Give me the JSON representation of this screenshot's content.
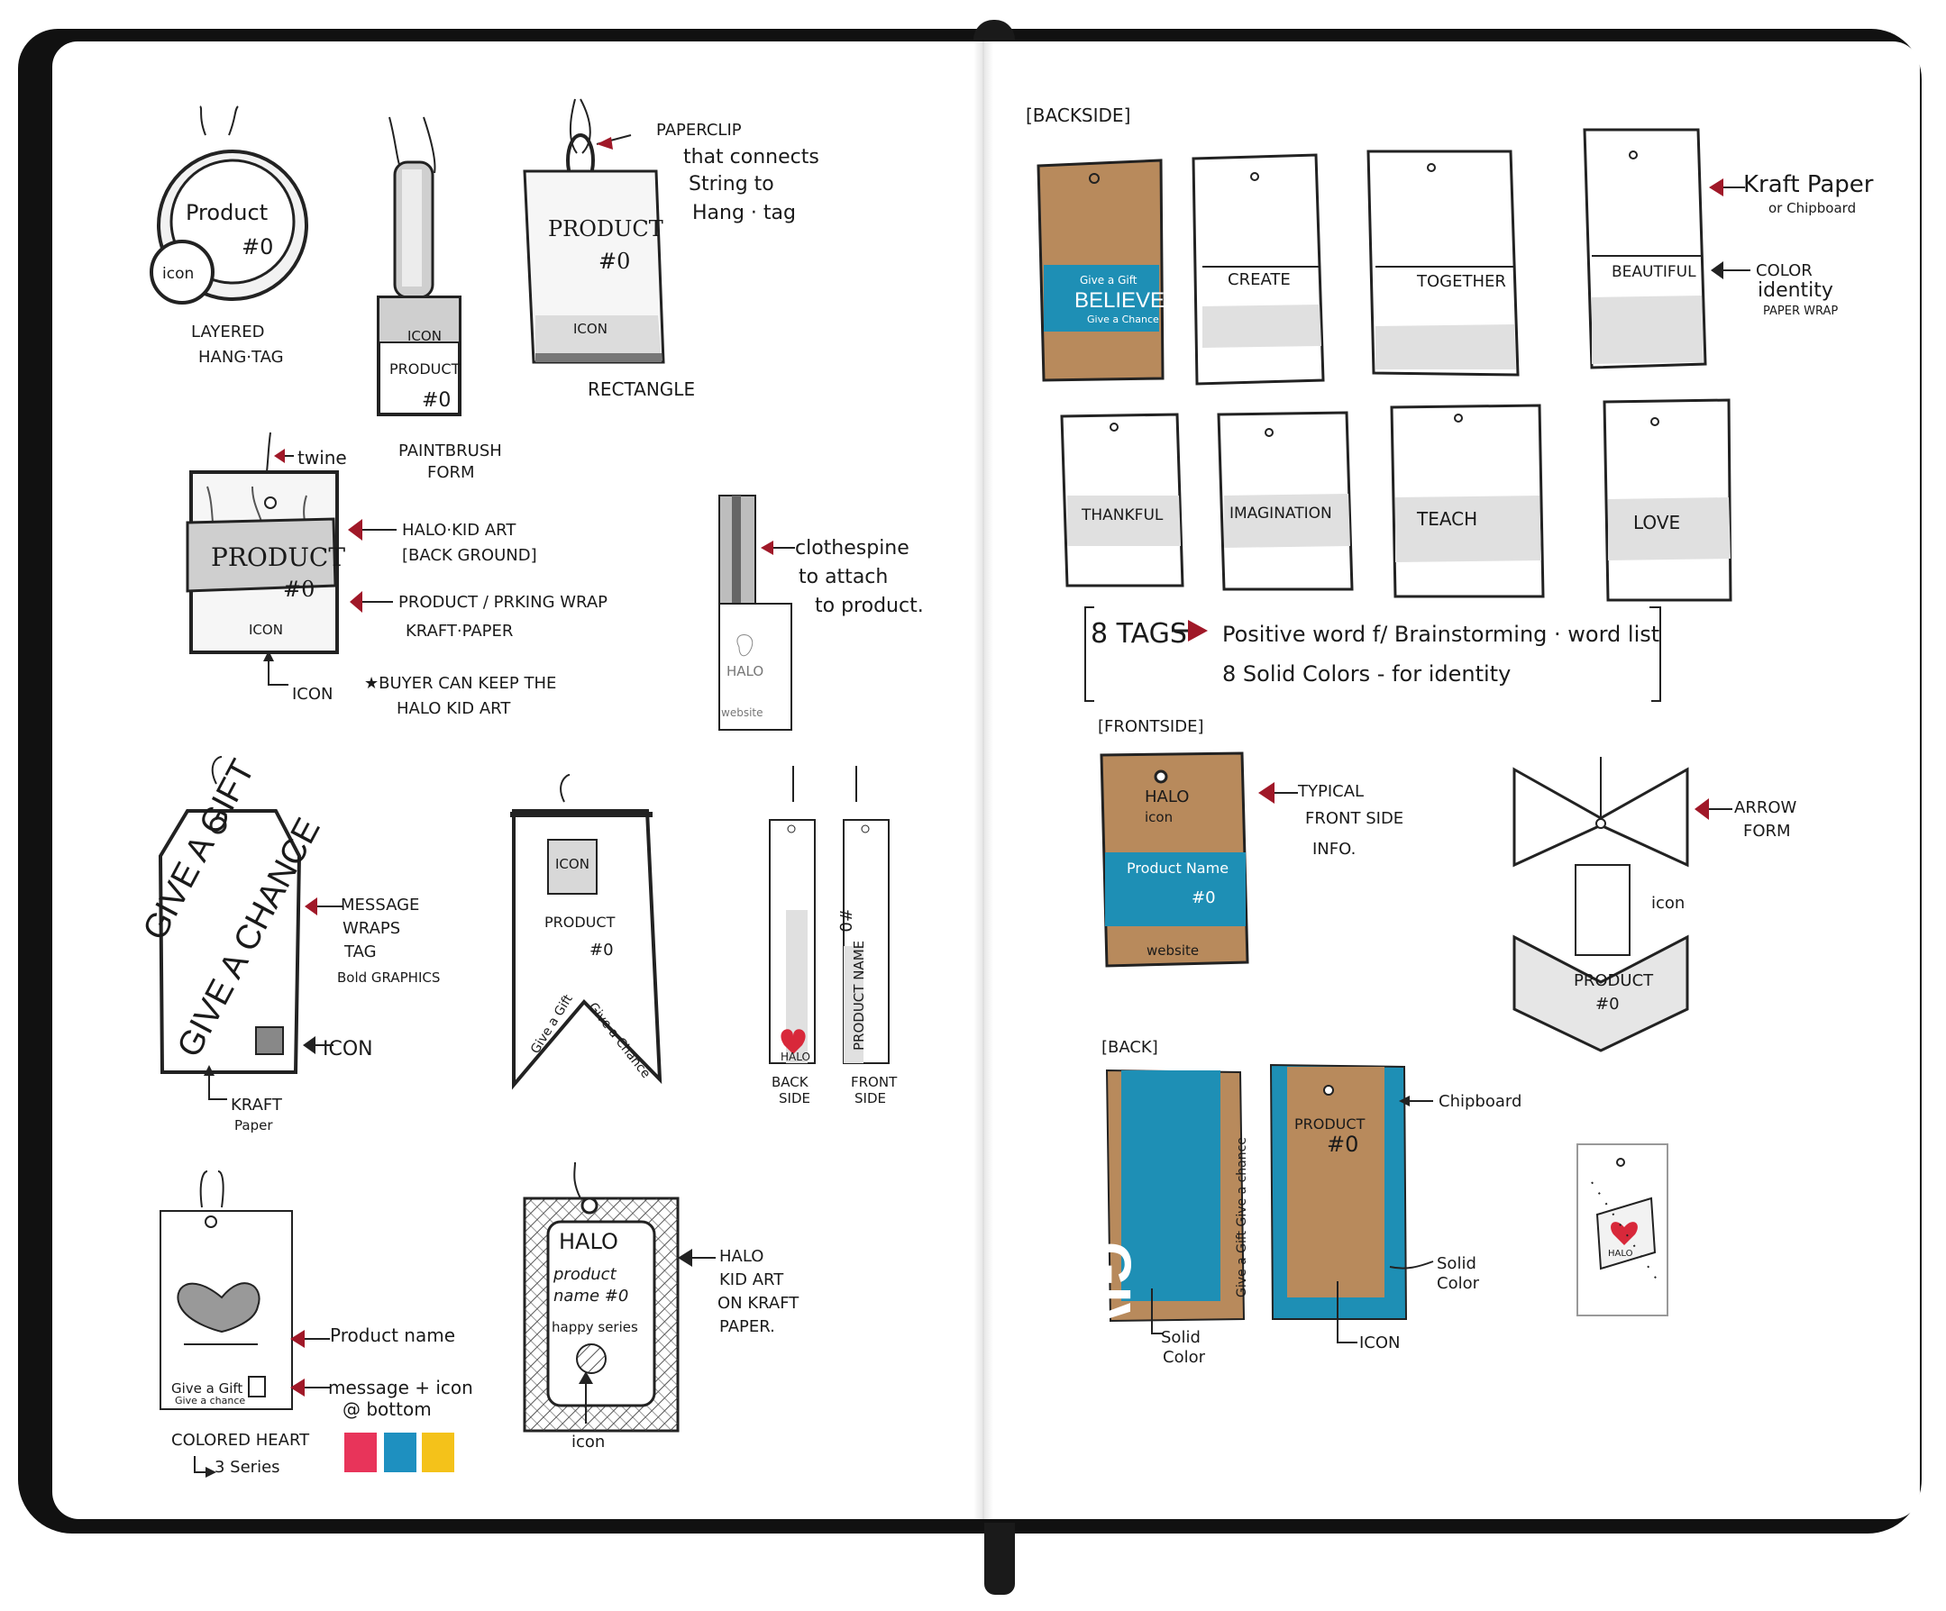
{
  "colors": {
    "kraft": "#b88a5c",
    "teal": "#1e8fb5",
    "pink": "#e8345a",
    "blue": "#1e90c0",
    "yellow": "#f4c21a",
    "accent_arrow": "#a01828",
    "grey_band": "#d6d6d6",
    "cover": "#111111"
  },
  "left_page": {
    "layered": {
      "product": "Product",
      "number": "#0",
      "icon": "icon",
      "caption_1": "LAYERED",
      "caption_2": "HANG·TAG"
    },
    "paintbrush": {
      "icon": "ICON",
      "product": "PRODUCT",
      "number": "#0",
      "caption_1": "PAINTBRUSH",
      "caption_2": "FORM"
    },
    "rectangle": {
      "product": "PRODUCT",
      "number": "#0",
      "icon": "ICON",
      "caption": "RECTANGLE",
      "note_1": "PAPERCLIP",
      "note_2": "that connects",
      "note_3": "String to",
      "note_4": "Hang · tag"
    },
    "halo_wrap": {
      "product": "PRODUCT",
      "number": "#0",
      "icon": "ICON",
      "note_twine": "twine",
      "note_halo_1": "HALO·KID ART",
      "note_halo_2": "[BACK GROUND]",
      "note_wrap_1": "PRODUCT / PRKING WRAP",
      "note_wrap_2": "KRAFT·PAPER",
      "note_icon": "ICON",
      "note_buyer_1": "★BUYER CAN KEEP THE",
      "note_buyer_2": "HALO KID ART"
    },
    "clothespin": {
      "halo": "HALO",
      "website": "website",
      "note_1": "clothespine",
      "note_2": "to attach",
      "note_3": "to product."
    },
    "message": {
      "line_1": "GIVE A GIFT",
      "line_2": "GIVE A CHANCE",
      "note_1": "MESSAGE",
      "note_2": "WRAPS",
      "note_3": "TAG",
      "note_4": "Bold GRAPHICS",
      "note_icon": "ICON",
      "note_kraft_1": "KRAFT",
      "note_kraft_2": "Paper"
    },
    "banner": {
      "icon": "ICON",
      "product": "PRODUCT",
      "number": "#0",
      "left": "Give a Gift",
      "right": "Give a Chance"
    },
    "strips": {
      "halo": "HALO",
      "name": "PRODUCT NAME",
      "number": "#0",
      "back_1": "BACK",
      "back_2": "SIDE",
      "front_1": "FRONT",
      "front_2": "SIDE"
    },
    "heart_tag": {
      "msg_1": "Give a Gift",
      "msg_2": "Give a chance",
      "note_name": "Product name",
      "note_msg_1": "message + icon",
      "note_msg_2": "@ bottom",
      "caption_1": "COLORED HEART",
      "caption_2": "3 Series"
    },
    "halo_kraft": {
      "halo": "HALO",
      "product_1": "product",
      "product_2": "name #0",
      "series": "happy series",
      "note_1": "HALO",
      "note_2": "KID ART",
      "note_3": "ON KRAFT",
      "note_4": "PAPER.",
      "note_icon": "icon"
    }
  },
  "right_page": {
    "backside_label": "[BACKSIDE]",
    "tag_row_1": [
      {
        "word": "BELIEVE",
        "small_1": "Give a Gift",
        "small_2": "Give a Chance"
      },
      {
        "word": "CREATE"
      },
      {
        "word": "TOGETHER"
      },
      {
        "word": "BEAUTIFUL"
      }
    ],
    "tag_row_2": [
      {
        "word": "THANKFUL"
      },
      {
        "word": "IMAGINATION"
      },
      {
        "word": "TEACH"
      },
      {
        "word": "LOVE"
      }
    ],
    "kraft_note_1": "Kraft Paper",
    "kraft_note_2": "or Chipboard",
    "color_note_1": "COLOR",
    "color_note_2": "identity",
    "color_note_3": "PAPER WRAP",
    "eight_tags": "8 TAGS",
    "eight_tags_line_1": "Positive word f/ Brainstorming · word list",
    "eight_tags_line_2": "8 Solid Colors - for identity",
    "frontside_label": "[FRONTSIDE]",
    "front_tag": {
      "halo": "HALO",
      "icon": "icon",
      "name": "Product Name",
      "number": "#0",
      "website": "website"
    },
    "typical_1": "TYPICAL",
    "typical_2": "FRONT SIDE",
    "typical_3": "INFO.",
    "arrow_note_1": "ARROW",
    "arrow_note_2": "FORM",
    "arrow_icon": "icon",
    "arrow_product": "PRODUCT",
    "arrow_number": "#0",
    "back_label": "[BACK]",
    "give": "GIVE",
    "give_side": "Give a Gift Give a chance",
    "chip_product": "PRODUCT",
    "chip_number": "#0",
    "note_chipboard": "Chipboard",
    "note_solid_1": "Solid",
    "note_solid_2": "Color",
    "note_solid_b1": "Solid",
    "note_solid_b2": "Color",
    "note_icon": "ICON",
    "heart_small": "HALO"
  }
}
